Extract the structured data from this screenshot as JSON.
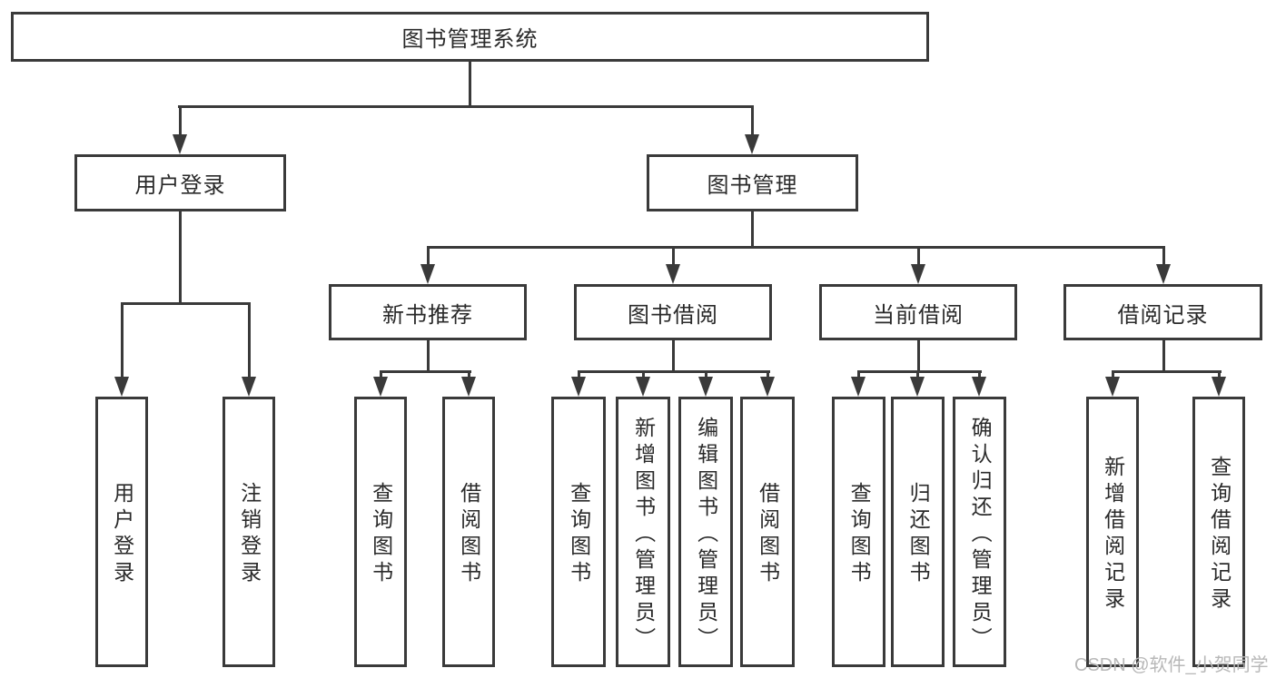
{
  "diagram_title": "图书管理系统",
  "tree": {
    "label": "图书管理系统",
    "children": [
      {
        "label": "用户登录",
        "children": [
          {
            "label": "用户登录"
          },
          {
            "label": "注销登录"
          }
        ]
      },
      {
        "label": "图书管理",
        "children": [
          {
            "label": "新书推荐",
            "children": [
              {
                "label": "查询图书"
              },
              {
                "label": "借阅图书"
              }
            ]
          },
          {
            "label": "图书借阅",
            "children": [
              {
                "label": "查询图书"
              },
              {
                "label": "新增图书（管理员）"
              },
              {
                "label": "编辑图书（管理员）"
              },
              {
                "label": "借阅图书"
              }
            ]
          },
          {
            "label": "当前借阅",
            "children": [
              {
                "label": "查询图书"
              },
              {
                "label": "归还图书"
              },
              {
                "label": "确认归还（管理员）"
              }
            ]
          },
          {
            "label": "借阅记录",
            "children": [
              {
                "label": "新增借阅记录"
              },
              {
                "label": "查询借阅记录"
              }
            ]
          }
        ]
      }
    ]
  },
  "watermark": {
    "text": "CSDN @软件_小贺同学"
  },
  "colors": {
    "line": "#3a3a3a",
    "box_border": "#3a3a3a",
    "text": "#2a2a2a",
    "watermark": "#b8b8b8",
    "background": "#ffffff"
  }
}
